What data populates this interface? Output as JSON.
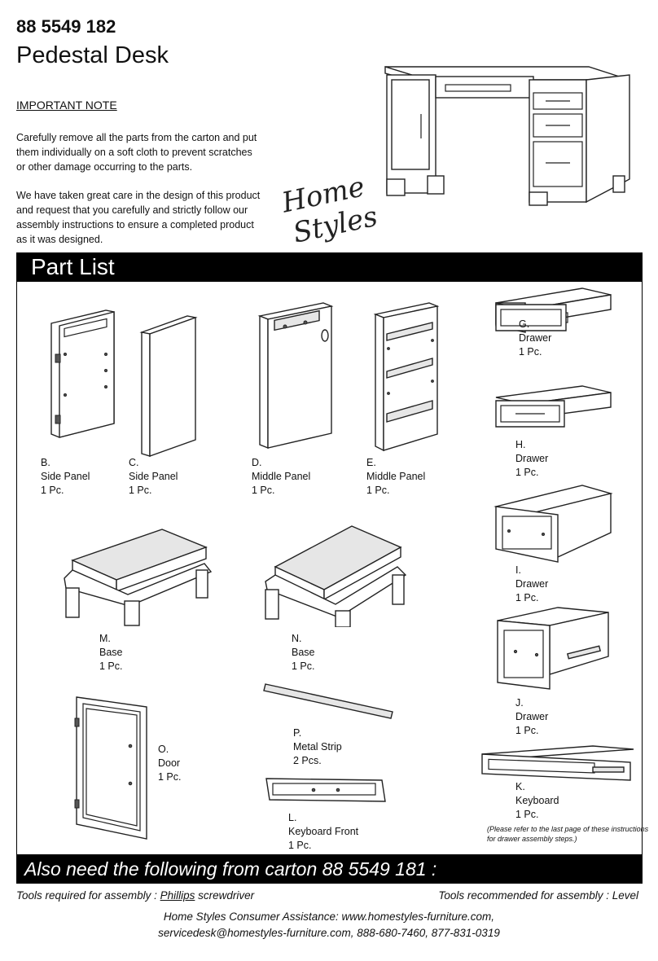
{
  "header": {
    "product_code": "88 5549 182",
    "product_name": "Pedestal Desk",
    "note_heading": "IMPORTANT NOTE",
    "note_para1": "Carefully remove all the parts from the carton and put them individually on a soft cloth to prevent scratches or other damage occurring to the parts.",
    "note_para2": "We have taken great care in the design of this product and request that you carefully and strictly follow our assembly instructions to ensure a completed product as it was designed.",
    "brand_logo_text": "Home Styles"
  },
  "part_list": {
    "heading": "Part List",
    "parts": [
      {
        "label": "B.\nSide Panel\n1 Pc."
      },
      {
        "label": "C.\nSide Panel\n1 Pc."
      },
      {
        "label": "D.\nMiddle Panel\n1 Pc."
      },
      {
        "label": "E.\nMiddle Panel\n1 Pc."
      },
      {
        "label": "G.\nDrawer\n1 Pc."
      },
      {
        "label": "H.\nDrawer\n1 Pc."
      },
      {
        "label": "I.\nDrawer\n1 Pc."
      },
      {
        "label": "J.\nDrawer\n1 Pc."
      },
      {
        "label": "K.\nKeyboard\n1 Pc."
      },
      {
        "label": "M.\nBase\n1 Pc."
      },
      {
        "label": "N.\nBase\n1 Pc."
      },
      {
        "label": "O.\nDoor\n1 Pc."
      },
      {
        "label": "P.\nMetal Strip\n2 Pcs."
      },
      {
        "label": "L.\nKeyboard Front\n1 Pc."
      }
    ],
    "drawer_note": "(Please refer to the last page of these instructions for drawer assembly steps.)"
  },
  "footer": {
    "carton_heading": "Also need the following from carton 88 5549 181 :",
    "tools_required_prefix": "Tools required for assembly : ",
    "tools_required_tool": "Phillips",
    "tools_required_suffix": " screwdriver",
    "tools_recommended": "Tools recommended for assembly : Level",
    "assistance_line1": "Home Styles Consumer Assistance: www.homestyles-furniture.com,",
    "assistance_line2": "servicedesk@homestyles-furniture.com, 888-680-7460, 877-831-0319"
  }
}
